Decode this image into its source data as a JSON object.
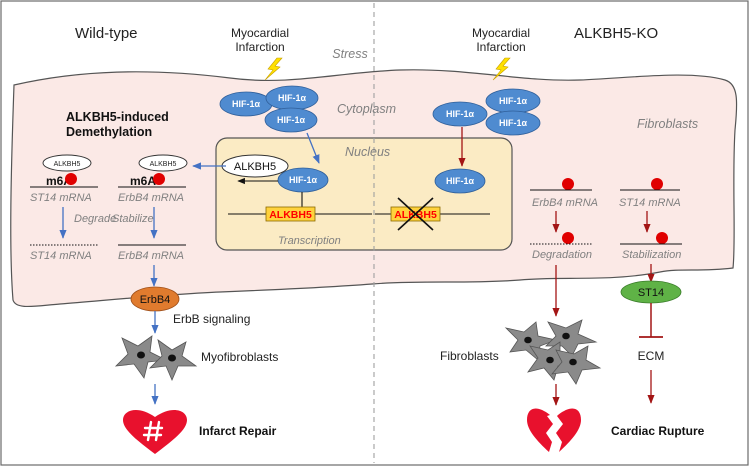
{
  "left": {
    "title": "Wild-type",
    "stimulus": [
      "Myocardial",
      "Infarction"
    ],
    "section_title": [
      "ALKBH5-induced",
      "Demethylation"
    ],
    "cytoplasm_label": "Cytoplasm",
    "nucleus_label": "Nucleus",
    "transcription_label": "Transcription",
    "hif_label": "HIF-1α",
    "alkbh5_protein": "ALKBH5",
    "alkbh5_small": "ALKBH5",
    "alkbh5_gene": "ALKBH5",
    "m6a": "m6A",
    "st14_mrna": "ST14 mRNA",
    "erbb4_mrna": "ErbB4 mRNA",
    "degrade": "Degrade",
    "stabilize": "Stabilize",
    "erbb4_protein": "ErbB4",
    "erbb_signaling": "ErbB signaling",
    "cells": "Myofibroblasts",
    "outcome": "Infarct Repair"
  },
  "center": {
    "stress": "Stress"
  },
  "right": {
    "title": "ALKBH5-KO",
    "stimulus": [
      "Myocardial",
      "Infarction"
    ],
    "cell_label": "Fibroblasts",
    "hif_label": "HIF-1α",
    "alkbh5_gene": "ALKBH5",
    "erbb4_mrna": "ErbB4 mRNA",
    "st14_mrna": "ST14 mRNA",
    "degradation": "Degradation",
    "stabilization": "Stabilization",
    "st14_protein": "ST14",
    "cells": "Fibroblasts",
    "ecm": "ECM",
    "outcome": "Cardiac Rupture"
  },
  "colors": {
    "cell_fill": "#fbe9e6",
    "nucleus_fill": "#fbebc4",
    "hif": "#4f8bd0",
    "blue_arrow": "#4472c4",
    "red_arrow": "#a31515",
    "methyl": "#e00000",
    "erbb4": "#e07b2e",
    "st14": "#5fb246",
    "heart": "#e8112d"
  }
}
